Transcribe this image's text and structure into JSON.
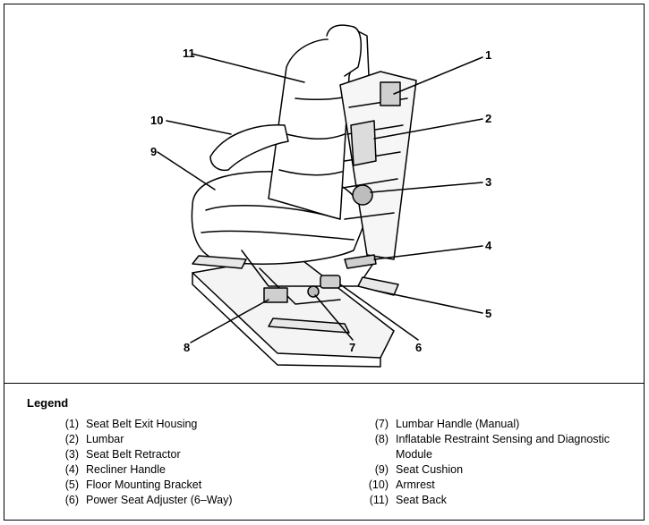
{
  "diagram": {
    "callouts": [
      "1",
      "2",
      "3",
      "4",
      "5",
      "6",
      "7",
      "8",
      "9",
      "10",
      "11"
    ]
  },
  "legend": {
    "title": "Legend",
    "left_items": [
      {
        "num": "(1)",
        "text": "Seat Belt Exit Housing"
      },
      {
        "num": "(2)",
        "text": "Lumbar"
      },
      {
        "num": "(3)",
        "text": "Seat Belt Retractor"
      },
      {
        "num": "(4)",
        "text": "Recliner Handle"
      },
      {
        "num": "(5)",
        "text": "Floor Mounting Bracket"
      },
      {
        "num": "(6)",
        "text": "Power Seat Adjuster (6–Way)"
      }
    ],
    "right_items": [
      {
        "num": "(7)",
        "text": "Lumbar Handle (Manual)"
      },
      {
        "num": "(8)",
        "text": "Inflatable Restraint Sensing and Diagnostic Module"
      },
      {
        "num": "(9)",
        "text": "Seat Cushion"
      },
      {
        "num": "(10)",
        "text": "Armrest"
      },
      {
        "num": "(11)",
        "text": "Seat Back"
      }
    ]
  }
}
